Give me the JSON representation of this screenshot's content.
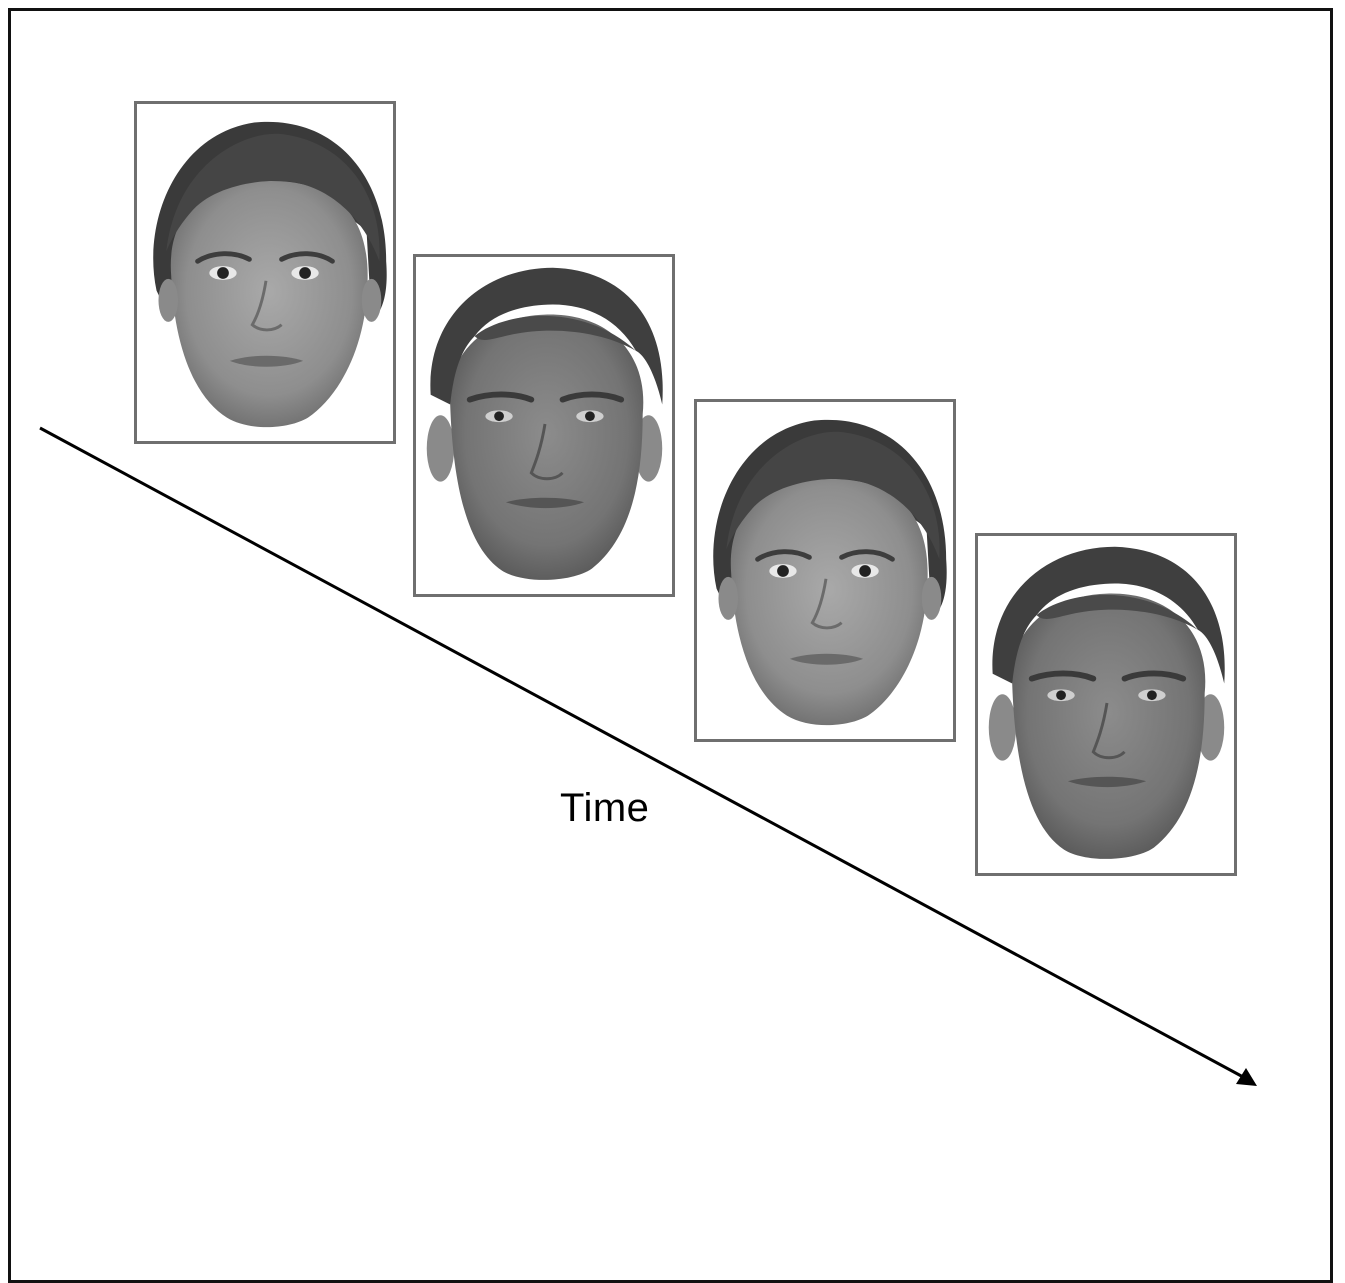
{
  "timeline": {
    "label": "Time"
  },
  "sequence": [
    {
      "face": "female-face"
    },
    {
      "face": "male-face"
    },
    {
      "face": "female-face"
    },
    {
      "face": "male-face"
    }
  ],
  "colors": {
    "frame": "#111111",
    "card_border": "#6f6f6f",
    "arrow": "#000000"
  }
}
